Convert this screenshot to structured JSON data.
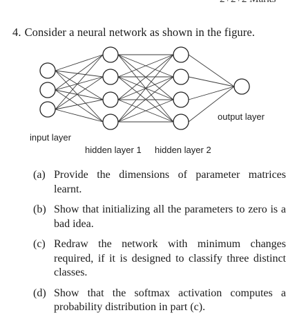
{
  "header_fragment": "2+2+2 Marks",
  "question": {
    "number": "4.",
    "text": "Consider a neural network as shown in the figure."
  },
  "figure": {
    "input_label": "input layer",
    "hidden1_label": "hidden layer 1",
    "hidden2_label": "hidden layer 2",
    "output_label": "output layer",
    "layers": [
      3,
      4,
      4,
      1
    ]
  },
  "parts": [
    {
      "label": "(a)",
      "text": "Provide the dimensions of parameter matrices learnt."
    },
    {
      "label": "(b)",
      "text": "Show that initializing all the parameters to zero is a bad idea."
    },
    {
      "label": "(c)",
      "text": "Redraw the network with minimum changes required, if it is designed to classify three distinct classes."
    },
    {
      "label": "(d)",
      "text": "Show that the softmax activation computes a probability distribution in part (c)."
    }
  ]
}
